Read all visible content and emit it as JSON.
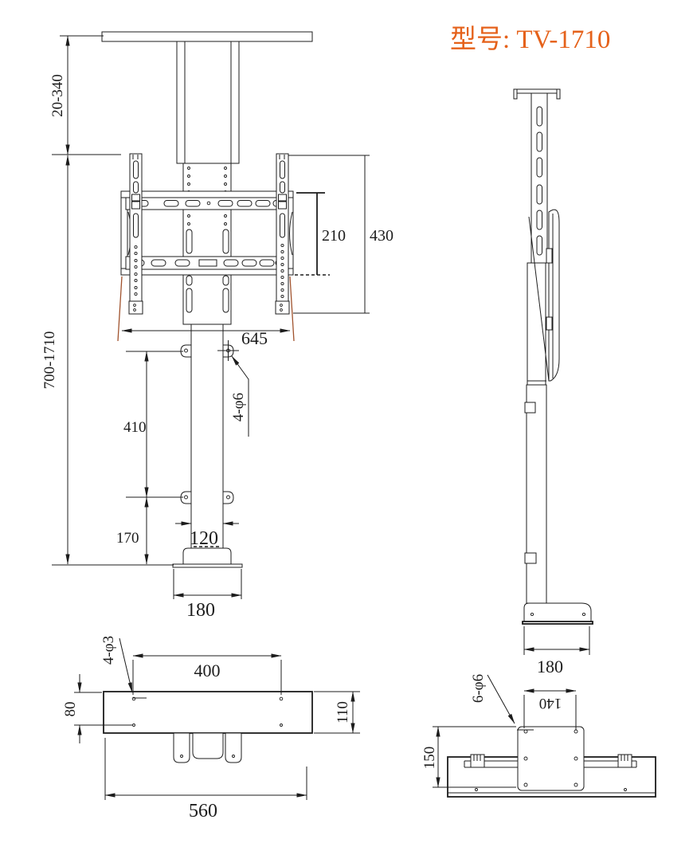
{
  "title": "型号: TV-1710",
  "colors": {
    "accent": "#e5611a",
    "line": "#1c1c1c",
    "projection_line": "#a0522d"
  },
  "labels": {
    "drop_range": "20-340",
    "height_range": "700-1710",
    "vesa_vertical": "210",
    "bracket_height": "430",
    "bracket_width": "645",
    "column_hole_callout": "4-φ6",
    "upper_section": "410",
    "lower_section": "170",
    "column_width": "120",
    "foot_width": "180",
    "side_foot_width": "180",
    "base_hole_callout": "4-φ3",
    "base_hole_span": "400",
    "base_hole_offset": "80",
    "base_depth": "110",
    "base_length": "560",
    "plate_hole_callout": "6-φ6",
    "plate_width": "140",
    "plate_height": "150"
  }
}
